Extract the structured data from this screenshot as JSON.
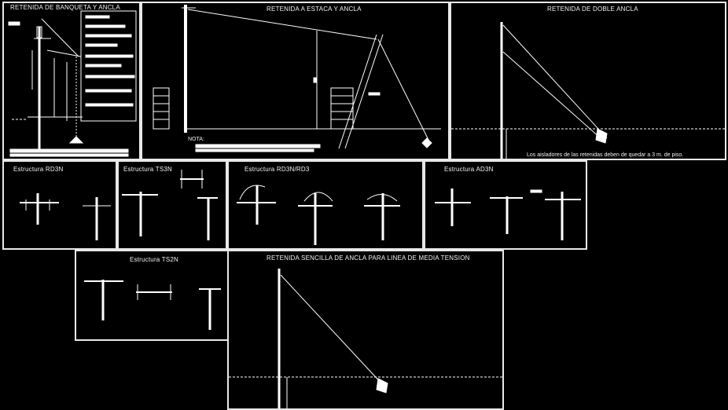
{
  "panels": {
    "banqueta": {
      "title": "RETENIDA DE BANQUETA Y ANCLA"
    },
    "estaca": {
      "title": "RETENIDA A ESTACA Y ANCLA",
      "note": "NOTA:"
    },
    "doble": {
      "title": "RETENIDA DE DOBLE ANCLA",
      "note": "Los aisladores de las retenidas deben de quedar a 3 m. de piso."
    },
    "rd3n": {
      "title": "Estructura RD3N"
    },
    "ts3n": {
      "title": "Estructura TS3N"
    },
    "rd3n_rd3": {
      "title": "Estructura RD3N/RD3"
    },
    "ad3n": {
      "title": "Estructura AD3N"
    },
    "ts2n": {
      "title": "Estructura TS2N"
    },
    "sencilla": {
      "title": "RETENIDA SENCILLA DE ANCLA PARA LINEA DE MEDIA TENSION"
    }
  },
  "colors": {
    "background": "#000000",
    "lines": "#ffffff",
    "border": "#e8e8e8"
  }
}
